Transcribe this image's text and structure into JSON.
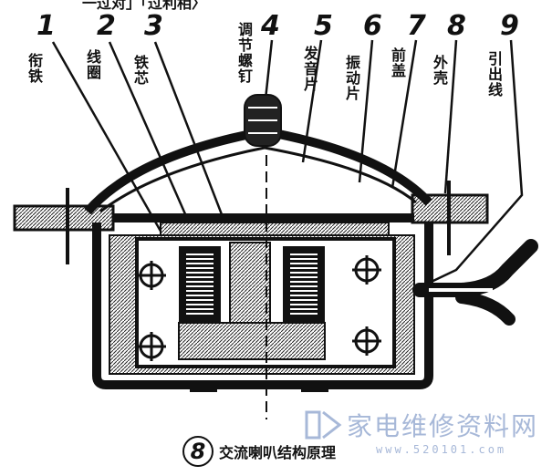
{
  "top_fragment": "一过对」「过利相〉",
  "parts": [
    {
      "number": "1",
      "label": "衔铁"
    },
    {
      "number": "2",
      "label": "线圈"
    },
    {
      "number": "3",
      "label": "铁芯"
    },
    {
      "number": "4",
      "label": "调节螺钉"
    },
    {
      "number": "5",
      "label": "发音片"
    },
    {
      "number": "6",
      "label": "振动片"
    },
    {
      "number": "7",
      "label": "前盖"
    },
    {
      "number": "8",
      "label": "外壳"
    },
    {
      "number": "9",
      "label": "引出线"
    }
  ],
  "caption": {
    "figure_number": "8",
    "title": "交流喇叭结构原理"
  },
  "watermark": {
    "text": "家电维修资料网",
    "url": "www.520101.com",
    "color": "#a7b8d8"
  }
}
